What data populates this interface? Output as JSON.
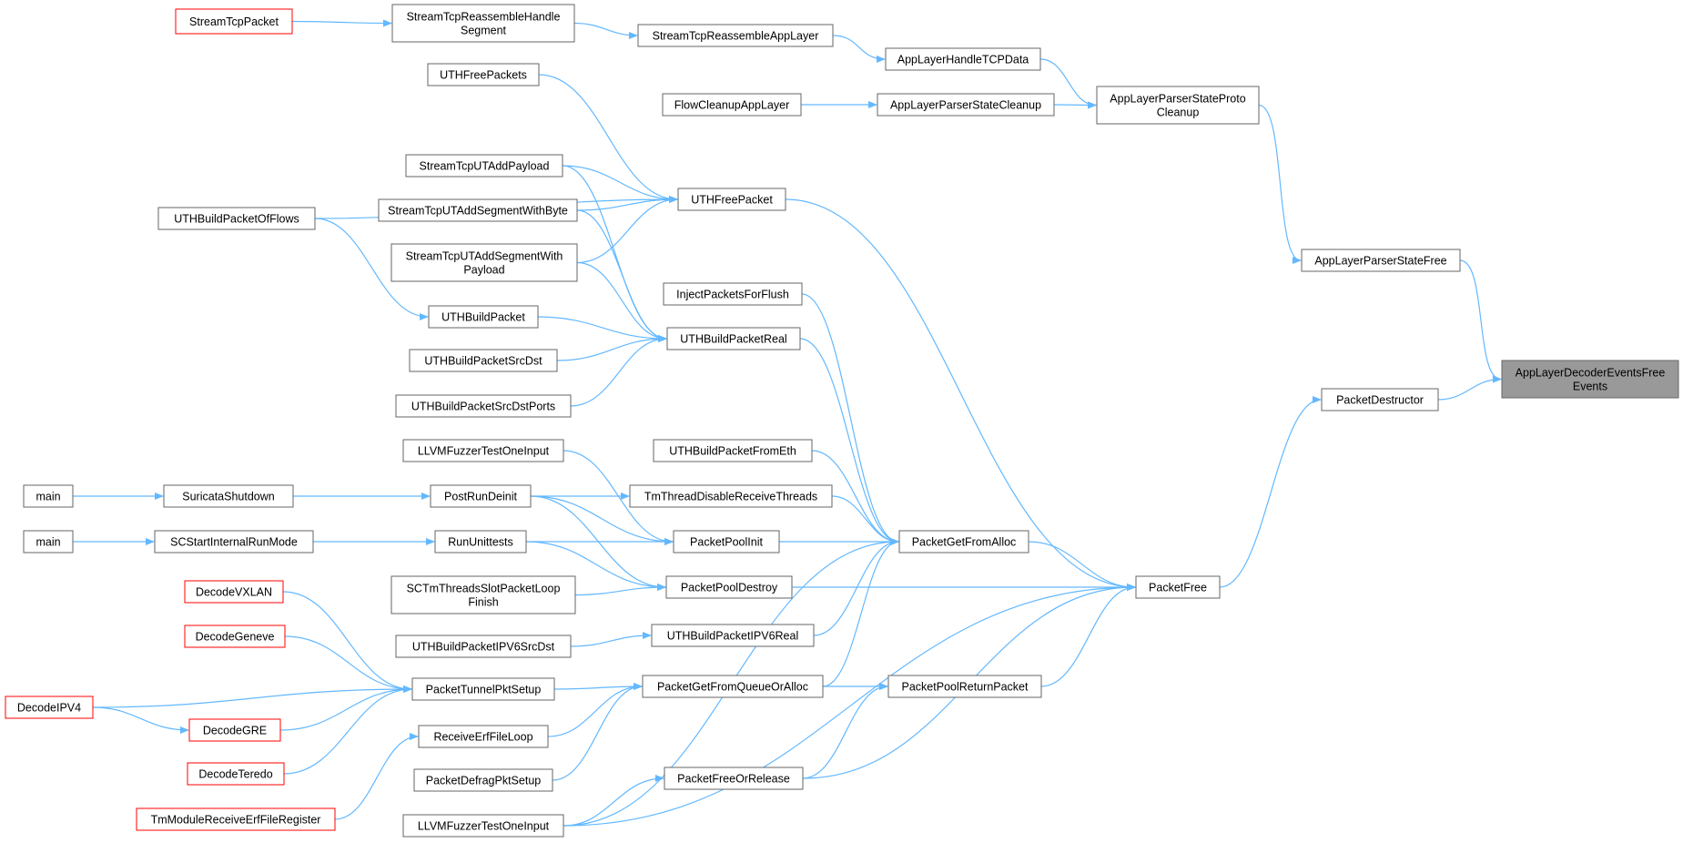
{
  "graph": {
    "edge_color": "#63b8ff",
    "red_border_color": "#ff0000",
    "focus_fill": "#999999",
    "nodes": {
      "streamTcpPacket": {
        "label": [
          "StreamTcpPacket"
        ],
        "style": "red"
      },
      "reassembleHandleSegment": {
        "label": [
          "StreamTcpReassembleHandle",
          "Segment"
        ]
      },
      "reassembleAppLayer": {
        "label": [
          "StreamTcpReassembleAppLayer"
        ]
      },
      "appLayerHandleTCPData": {
        "label": [
          "AppLayerHandleTCPData"
        ]
      },
      "uthFreePackets": {
        "label": [
          "UTHFreePackets"
        ]
      },
      "flowCleanupAppLayer": {
        "label": [
          "FlowCleanupAppLayer"
        ]
      },
      "parserStateCleanup": {
        "label": [
          "AppLayerParserStateCleanup"
        ]
      },
      "parserStateProtoCleanup": {
        "label": [
          "AppLayerParserStateProto",
          "Cleanup"
        ]
      },
      "streamTcpUTAddPayload": {
        "label": [
          "StreamTcpUTAddPayload"
        ]
      },
      "uthFreePacket": {
        "label": [
          "UTHFreePacket"
        ]
      },
      "uthBuildPacketOfFlows": {
        "label": [
          "UTHBuildPacketOfFlows"
        ]
      },
      "addSegmentWithByte": {
        "label": [
          "StreamTcpUTAddSegmentWithByte"
        ]
      },
      "addSegmentWithPayload": {
        "label": [
          "StreamTcpUTAddSegmentWith",
          "Payload"
        ]
      },
      "parserStateFree": {
        "label": [
          "AppLayerParserStateFree"
        ]
      },
      "injectPacketsForFlush": {
        "label": [
          "InjectPacketsForFlush"
        ]
      },
      "uthBuildPacket": {
        "label": [
          "UTHBuildPacket"
        ]
      },
      "uthBuildPacketReal": {
        "label": [
          "UTHBuildPacketReal"
        ]
      },
      "decoderEventsFreeEvents": {
        "label": [
          "AppLayerDecoderEventsFree",
          "Events"
        ],
        "style": "focus"
      },
      "uthBuildPacketSrcDst": {
        "label": [
          "UTHBuildPacketSrcDst"
        ]
      },
      "packetDestructor": {
        "label": [
          "PacketDestructor"
        ]
      },
      "uthBuildPacketSrcDstPorts": {
        "label": [
          "UTHBuildPacketSrcDstPorts"
        ]
      },
      "llvmFuzzer1": {
        "label": [
          "LLVMFuzzerTestOneInput"
        ]
      },
      "uthBuildPacketFromEth": {
        "label": [
          "UTHBuildPacketFromEth"
        ]
      },
      "main1": {
        "label": [
          "main"
        ]
      },
      "suricataShutdown": {
        "label": [
          "SuricataShutdown"
        ]
      },
      "postRunDeinit": {
        "label": [
          "PostRunDeinit"
        ]
      },
      "tmThreadDisableReceive": {
        "label": [
          "TmThreadDisableReceiveThreads"
        ]
      },
      "main2": {
        "label": [
          "main"
        ]
      },
      "scStartInternalRunMode": {
        "label": [
          "SCStartInternalRunMode"
        ]
      },
      "runUnittests": {
        "label": [
          "RunUnittests"
        ]
      },
      "packetPoolInit": {
        "label": [
          "PacketPoolInit"
        ]
      },
      "packetGetFromAlloc": {
        "label": [
          "PacketGetFromAlloc"
        ]
      },
      "decodeVXLAN": {
        "label": [
          "DecodeVXLAN"
        ],
        "style": "red"
      },
      "scTmThreadsSlotPacketLoopFinish": {
        "label": [
          "SCTmThreadsSlotPacketLoop",
          "Finish"
        ]
      },
      "packetPoolDestroy": {
        "label": [
          "PacketPoolDestroy"
        ]
      },
      "packetFree": {
        "label": [
          "PacketFree"
        ]
      },
      "decodeGeneve": {
        "label": [
          "DecodeGeneve"
        ],
        "style": "red"
      },
      "uthBuildPacketIPV6SrcDst": {
        "label": [
          "UTHBuildPacketIPV6SrcDst"
        ]
      },
      "uthBuildPacketIPV6Real": {
        "label": [
          "UTHBuildPacketIPV6Real"
        ]
      },
      "decodeIPV4": {
        "label": [
          "DecodeIPV4"
        ],
        "style": "red"
      },
      "packetTunnelPktSetup": {
        "label": [
          "PacketTunnelPktSetup"
        ]
      },
      "packetGetFromQueueOrAlloc": {
        "label": [
          "PacketGetFromQueueOrAlloc"
        ]
      },
      "packetPoolReturnPacket": {
        "label": [
          "PacketPoolReturnPacket"
        ]
      },
      "decodeGRE": {
        "label": [
          "DecodeGRE"
        ],
        "style": "red"
      },
      "receiveErfFileLoop": {
        "label": [
          "ReceiveErfFileLoop"
        ]
      },
      "decodeTeredo": {
        "label": [
          "DecodeTeredo"
        ],
        "style": "red"
      },
      "packetDefragPktSetup": {
        "label": [
          "PacketDefragPktSetup"
        ]
      },
      "packetFreeOrRelease": {
        "label": [
          "PacketFreeOrRelease"
        ]
      },
      "tmModuleReceiveErfFileRegister": {
        "label": [
          "TmModuleReceiveErfFileRegister"
        ],
        "style": "red"
      },
      "llvmFuzzer2": {
        "label": [
          "LLVMFuzzerTestOneInput"
        ]
      }
    },
    "edges": [
      [
        "streamTcpPacket",
        "reassembleHandleSegment"
      ],
      [
        "reassembleHandleSegment",
        "reassembleAppLayer"
      ],
      [
        "reassembleAppLayer",
        "appLayerHandleTCPData"
      ],
      [
        "appLayerHandleTCPData",
        "parserStateProtoCleanup"
      ],
      [
        "flowCleanupAppLayer",
        "parserStateCleanup"
      ],
      [
        "parserStateCleanup",
        "parserStateProtoCleanup"
      ],
      [
        "parserStateProtoCleanup",
        "parserStateFree"
      ],
      [
        "parserStateFree",
        "decoderEventsFreeEvents"
      ],
      [
        "packetDestructor",
        "decoderEventsFreeEvents"
      ],
      [
        "packetFree",
        "packetDestructor"
      ],
      [
        "uthFreePackets",
        "uthFreePacket"
      ],
      [
        "uthBuildPacketOfFlows",
        "uthFreePacket"
      ],
      [
        "streamTcpUTAddPayload",
        "uthFreePacket"
      ],
      [
        "addSegmentWithByte",
        "uthFreePacket"
      ],
      [
        "addSegmentWithPayload",
        "uthFreePacket"
      ],
      [
        "uthFreePacket",
        "packetFree"
      ],
      [
        "uthBuildPacketOfFlows",
        "uthBuildPacket"
      ],
      [
        "streamTcpUTAddPayload",
        "uthBuildPacketReal"
      ],
      [
        "addSegmentWithByte",
        "uthBuildPacketReal"
      ],
      [
        "addSegmentWithPayload",
        "uthBuildPacketReal"
      ],
      [
        "uthBuildPacket",
        "uthBuildPacketReal"
      ],
      [
        "uthBuildPacketSrcDst",
        "uthBuildPacketReal"
      ],
      [
        "uthBuildPacketSrcDstPorts",
        "uthBuildPacketReal"
      ],
      [
        "uthBuildPacketReal",
        "packetGetFromAlloc"
      ],
      [
        "injectPacketsForFlush",
        "packetGetFromAlloc"
      ],
      [
        "uthBuildPacketFromEth",
        "packetGetFromAlloc"
      ],
      [
        "tmThreadDisableReceive",
        "packetGetFromAlloc"
      ],
      [
        "packetPoolInit",
        "packetGetFromAlloc"
      ],
      [
        "uthBuildPacketIPV6Real",
        "packetGetFromAlloc"
      ],
      [
        "packetGetFromQueueOrAlloc",
        "packetGetFromAlloc"
      ],
      [
        "llvmFuzzer2",
        "packetGetFromAlloc"
      ],
      [
        "packetGetFromAlloc",
        "packetFree"
      ],
      [
        "main1",
        "suricataShutdown"
      ],
      [
        "suricataShutdown",
        "postRunDeinit"
      ],
      [
        "postRunDeinit",
        "tmThreadDisableReceive"
      ],
      [
        "postRunDeinit",
        "packetPoolInit"
      ],
      [
        "postRunDeinit",
        "packetPoolDestroy"
      ],
      [
        "llvmFuzzer1",
        "packetPoolInit"
      ],
      [
        "main2",
        "scStartInternalRunMode"
      ],
      [
        "scStartInternalRunMode",
        "runUnittests"
      ],
      [
        "runUnittests",
        "packetPoolInit"
      ],
      [
        "runUnittests",
        "packetPoolDestroy"
      ],
      [
        "scTmThreadsSlotPacketLoopFinish",
        "packetPoolDestroy"
      ],
      [
        "packetPoolDestroy",
        "packetFree"
      ],
      [
        "uthBuildPacketIPV6SrcDst",
        "uthBuildPacketIPV6Real"
      ],
      [
        "decodeVXLAN",
        "packetTunnelPktSetup"
      ],
      [
        "decodeGeneve",
        "packetTunnelPktSetup"
      ],
      [
        "decodeIPV4",
        "packetTunnelPktSetup"
      ],
      [
        "decodeIPV4",
        "decodeGRE"
      ],
      [
        "decodeGRE",
        "packetTunnelPktSetup"
      ],
      [
        "decodeTeredo",
        "packetTunnelPktSetup"
      ],
      [
        "packetTunnelPktSetup",
        "packetGetFromQueueOrAlloc"
      ],
      [
        "receiveErfFileLoop",
        "packetGetFromQueueOrAlloc"
      ],
      [
        "packetDefragPktSetup",
        "packetGetFromQueueOrAlloc"
      ],
      [
        "tmModuleReceiveErfFileRegister",
        "receiveErfFileLoop"
      ],
      [
        "packetGetFromQueueOrAlloc",
        "packetPoolReturnPacket"
      ],
      [
        "packetPoolReturnPacket",
        "packetFree"
      ],
      [
        "packetFreeOrRelease",
        "packetPoolReturnPacket"
      ],
      [
        "packetFreeOrRelease",
        "packetFree"
      ],
      [
        "llvmFuzzer2",
        "packetFreeOrRelease"
      ],
      [
        "llvmFuzzer2",
        "packetFree"
      ]
    ]
  }
}
